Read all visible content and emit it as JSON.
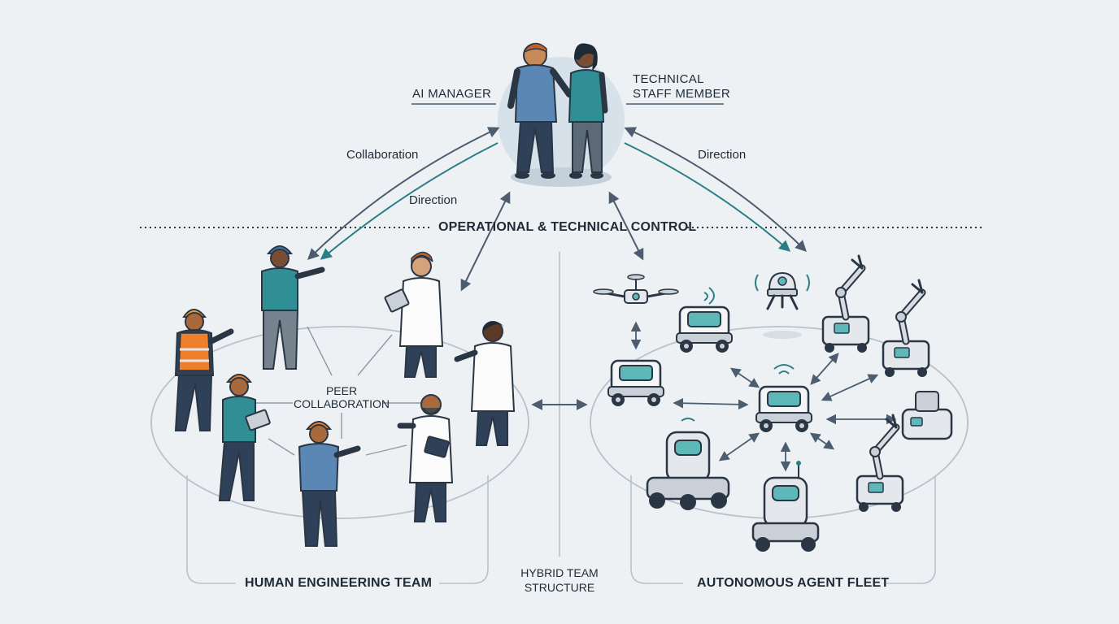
{
  "leadership": {
    "ai_manager": "AI MANAGER",
    "technical_staff_line1": "TECHNICAL",
    "technical_staff_line2": "STAFF MEMBER"
  },
  "flows": {
    "collaboration": "Collaboration",
    "direction_left": "Direction",
    "direction_right": "Direction"
  },
  "control_band": {
    "title": "OPERATIONAL & TECHNICAL CONTROL"
  },
  "human_team": {
    "peer_line1": "PEER",
    "peer_line2": "COLLABORATION",
    "title": "HUMAN ENGINEERING TEAM"
  },
  "center": {
    "hybrid_line1": "HYBRID TEAM",
    "hybrid_line2": "STRUCTURE"
  },
  "agent_fleet": {
    "title": "AUTONOMOUS AGENT FLEET"
  },
  "colors": {
    "background": "#eef1f4",
    "teal": "#2a7f86",
    "slate": "#4b5d6e",
    "navy": "#263a52",
    "screen": "#5fb8b8"
  }
}
